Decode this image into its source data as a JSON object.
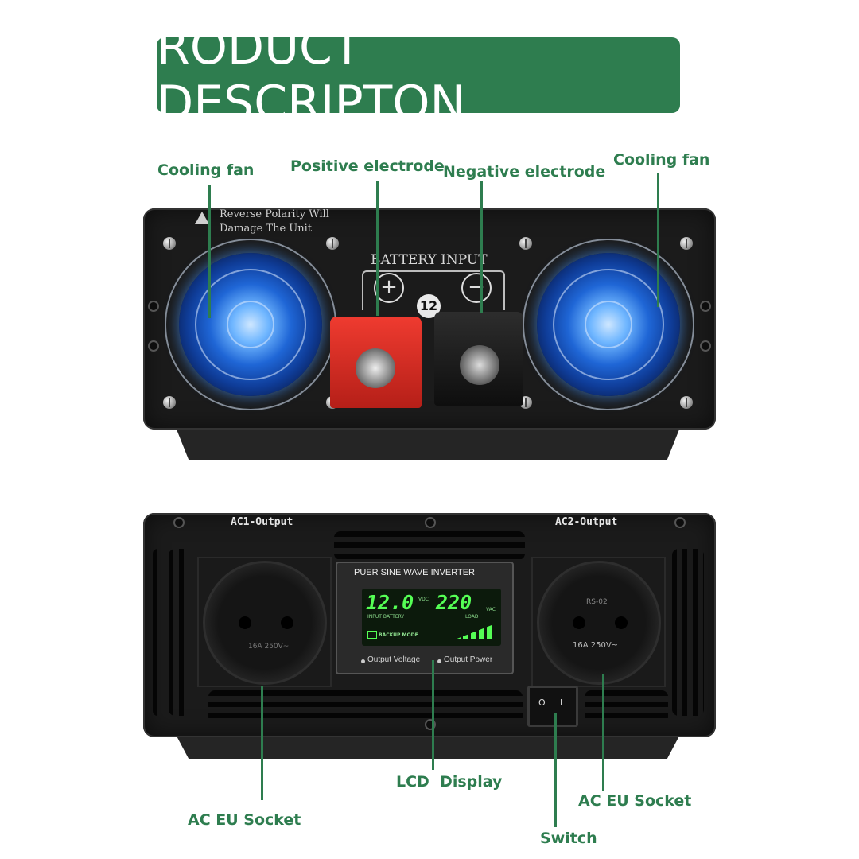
{
  "banner": {
    "title": "RODUCT DESCRIPTON"
  },
  "callouts": {
    "cooling_fan_left": "Cooling fan",
    "positive": "Positive electrode",
    "negative": "Negative electrode",
    "cooling_fan_right": "Cooling fan",
    "ac_socket_left": "AC EU Socket",
    "lcd": "LCD  Display",
    "switch": "Switch",
    "ac_socket_right": "AC EU Socket"
  },
  "top_unit": {
    "warning_line1": "Reverse Polarity Will",
    "warning_line2": "Damage The Unit",
    "battery_input": "BATTERY INPUT",
    "plus_sign": "+",
    "minus_sign": "−",
    "voltage_badge": "12"
  },
  "bottom_unit": {
    "ac1": "AC1-Output",
    "ac2": "AC2-Output",
    "socket_rating_left": "16A 250V~",
    "socket_rating_right": "16A 250V~",
    "socket_brand_right": "RS-02",
    "panel_title": "PUER SINE WAVE INVERTER",
    "lcd_input_value": "12.0",
    "lcd_input_unit": "VDC",
    "lcd_output_value": "220",
    "lcd_output_unit": "VAC",
    "lcd_input_label": "INPUT BATTERY",
    "lcd_load_label": "LOAD",
    "lcd_mode": "BACKUP MODE",
    "btn_left": "Output Voltage",
    "btn_right": "Output Power",
    "switch_on": "I",
    "switch_off": "O"
  },
  "colors": {
    "accent_green": "#2e7d4f",
    "lcd_green": "#55ff55",
    "fan_blue": "#1f66d6",
    "terminal_red": "#d6322a"
  }
}
